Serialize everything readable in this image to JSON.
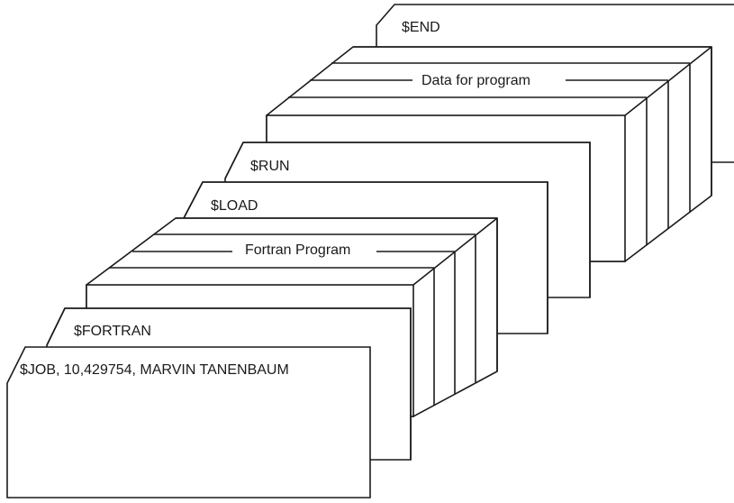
{
  "cards": {
    "end": "$END",
    "data": "Data for program",
    "run": "$RUN",
    "load": "$LOAD",
    "program": "Fortran Program",
    "fortran": "$FORTRAN",
    "job": "$JOB, 10,429754, MARVIN TANENBAUM"
  }
}
